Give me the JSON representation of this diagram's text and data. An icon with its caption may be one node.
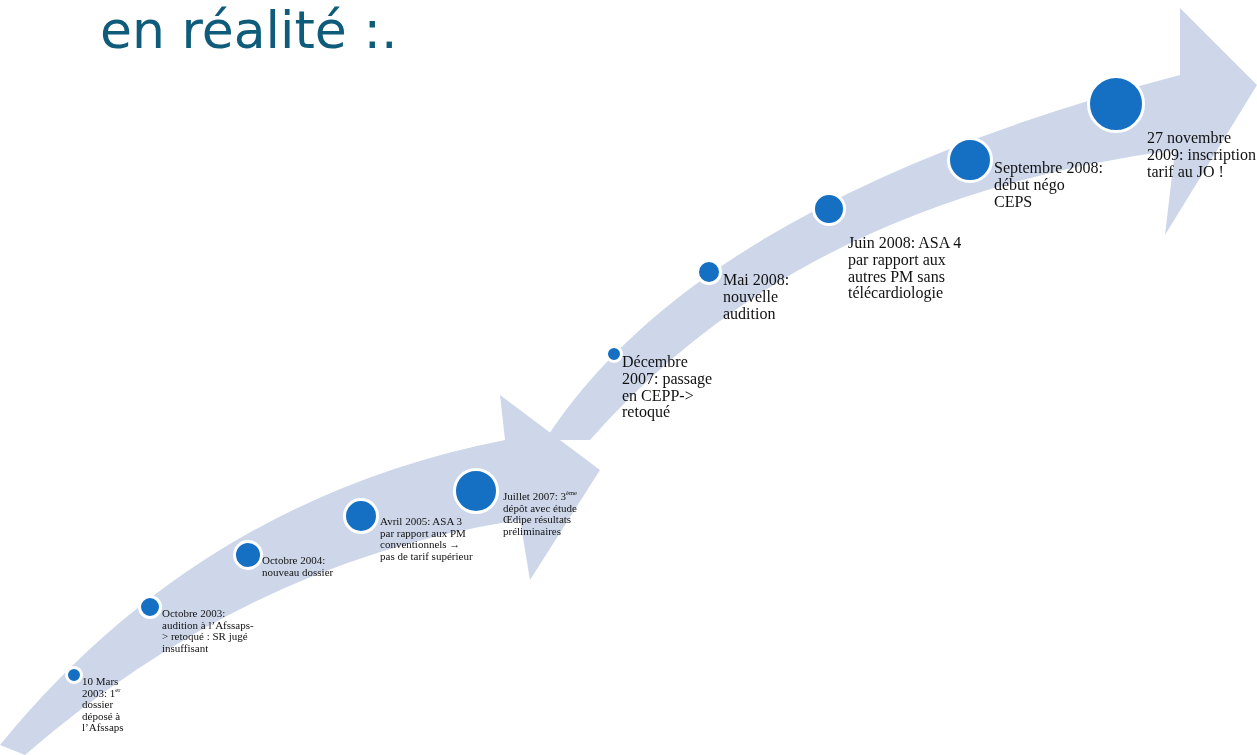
{
  "diagram": {
    "title": "en réalité :.",
    "nodes": [
      {
        "text": [],
        "shape": "circle",
        "beside": [
          "10 Mars 2003: 1$^{er}$ dossier déposé à l’Afssaps"
        ]
      },
      {
        "text": [],
        "shape": "circle",
        "beside": [
          "Octobre 2003: audition à l’Afssaps-> retoqué : SR jugé insuffisant"
        ]
      },
      {
        "text": [],
        "shape": "circle",
        "beside": [
          "Octobre 2004: nouveau dossier"
        ]
      },
      {
        "text": [],
        "shape": "circle",
        "beside": [
          "Avril 2005: ASA 3 par rapport aux PM conventionnels → pas de tarif supérieur"
        ]
      },
      {
        "text": [],
        "shape": "circle",
        "beside": [
          "Juillet 2007: 3$^{ème}$ dépôt avec étude Œdipe résultats préliminaires"
        ]
      },
      {
        "text": [],
        "shape": "circle",
        "beside": [
          "Décembre 2007: passage en CEPP-> retoqué"
        ]
      },
      {
        "text": [],
        "shape": "circle",
        "beside": [
          "Mai 2008: nouvelle audition"
        ]
      },
      {
        "text": [],
        "shape": "circle",
        "beside": [
          "Juin 2008: ASA 4 par rapport aux autres PM sans télécardiologie"
        ]
      },
      {
        "text": [],
        "shape": "circle",
        "beside": [
          "Septembre 2008: début négo CEPS"
        ]
      },
      {
        "text": [],
        "shape": "circle",
        "beside": [
          "27 novembre 2009: inscription tarif au JO !"
        ]
      }
    ],
    "edges": []
  }
}
